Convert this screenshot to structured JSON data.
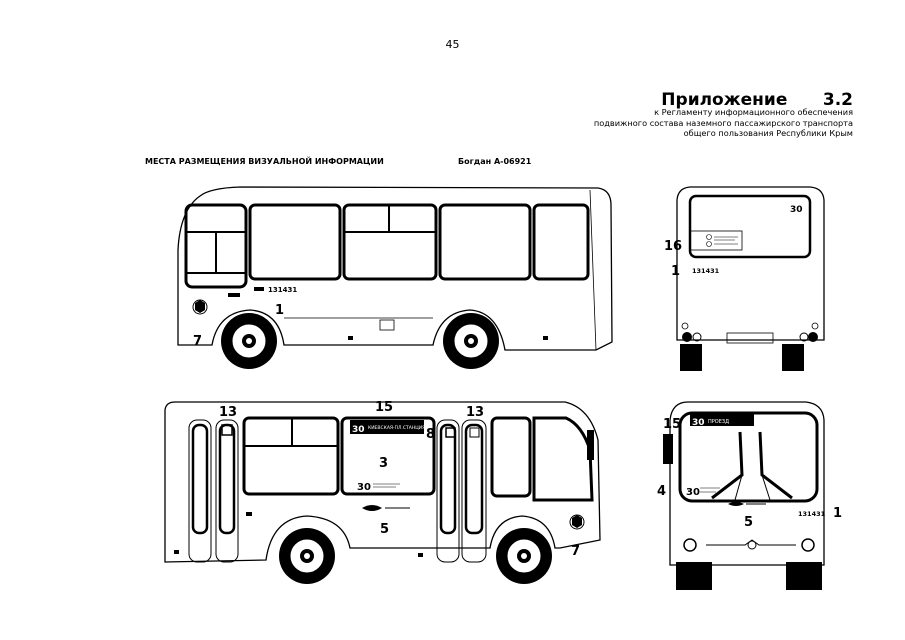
{
  "page": {
    "number": "45",
    "title": "Приложение      3.2",
    "subtitle": [
      "к Регламенту информационного обеспечения",
      "подвижного состава наземного пассажирского транспорта",
      "общего пользования Республики Крым"
    ],
    "section_label": "МЕСТА РАЗМЕЩЕНИЯ ВИЗУАЛЬНОЙ ИНФОРМАЦИИ",
    "model_label": "Богдан А-06921"
  },
  "bus": {
    "reg_number": "131431",
    "route_number": "30",
    "route_number_sign": "30",
    "route_sign_text": "ПРОЕЗД",
    "route_sign_text_side": "КИЕВСКАЯ-ПЛ.СТАНЦИЯ"
  },
  "markers": {
    "left_side": [
      "1",
      "7"
    ],
    "rear": [
      "16",
      "1"
    ],
    "right_side": [
      "15",
      "13",
      "13",
      "3",
      "8",
      "5",
      "7"
    ],
    "front": [
      "15",
      "4",
      "5",
      "1"
    ]
  }
}
